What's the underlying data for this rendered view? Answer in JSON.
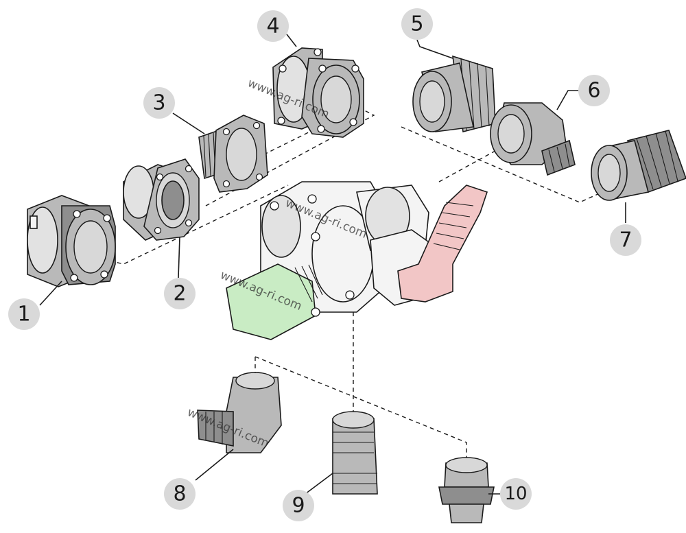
{
  "watermark": "www.ag-ri.com",
  "callouts": [
    "1",
    "2",
    "3",
    "4",
    "5",
    "6",
    "7",
    "8",
    "9",
    "10"
  ],
  "colors": {
    "callout_fill": "#d9d9d9",
    "part_gray": "#b9b9b9",
    "handle_pink": "#f2c6c6",
    "cap_green": "#c9ecc4"
  }
}
